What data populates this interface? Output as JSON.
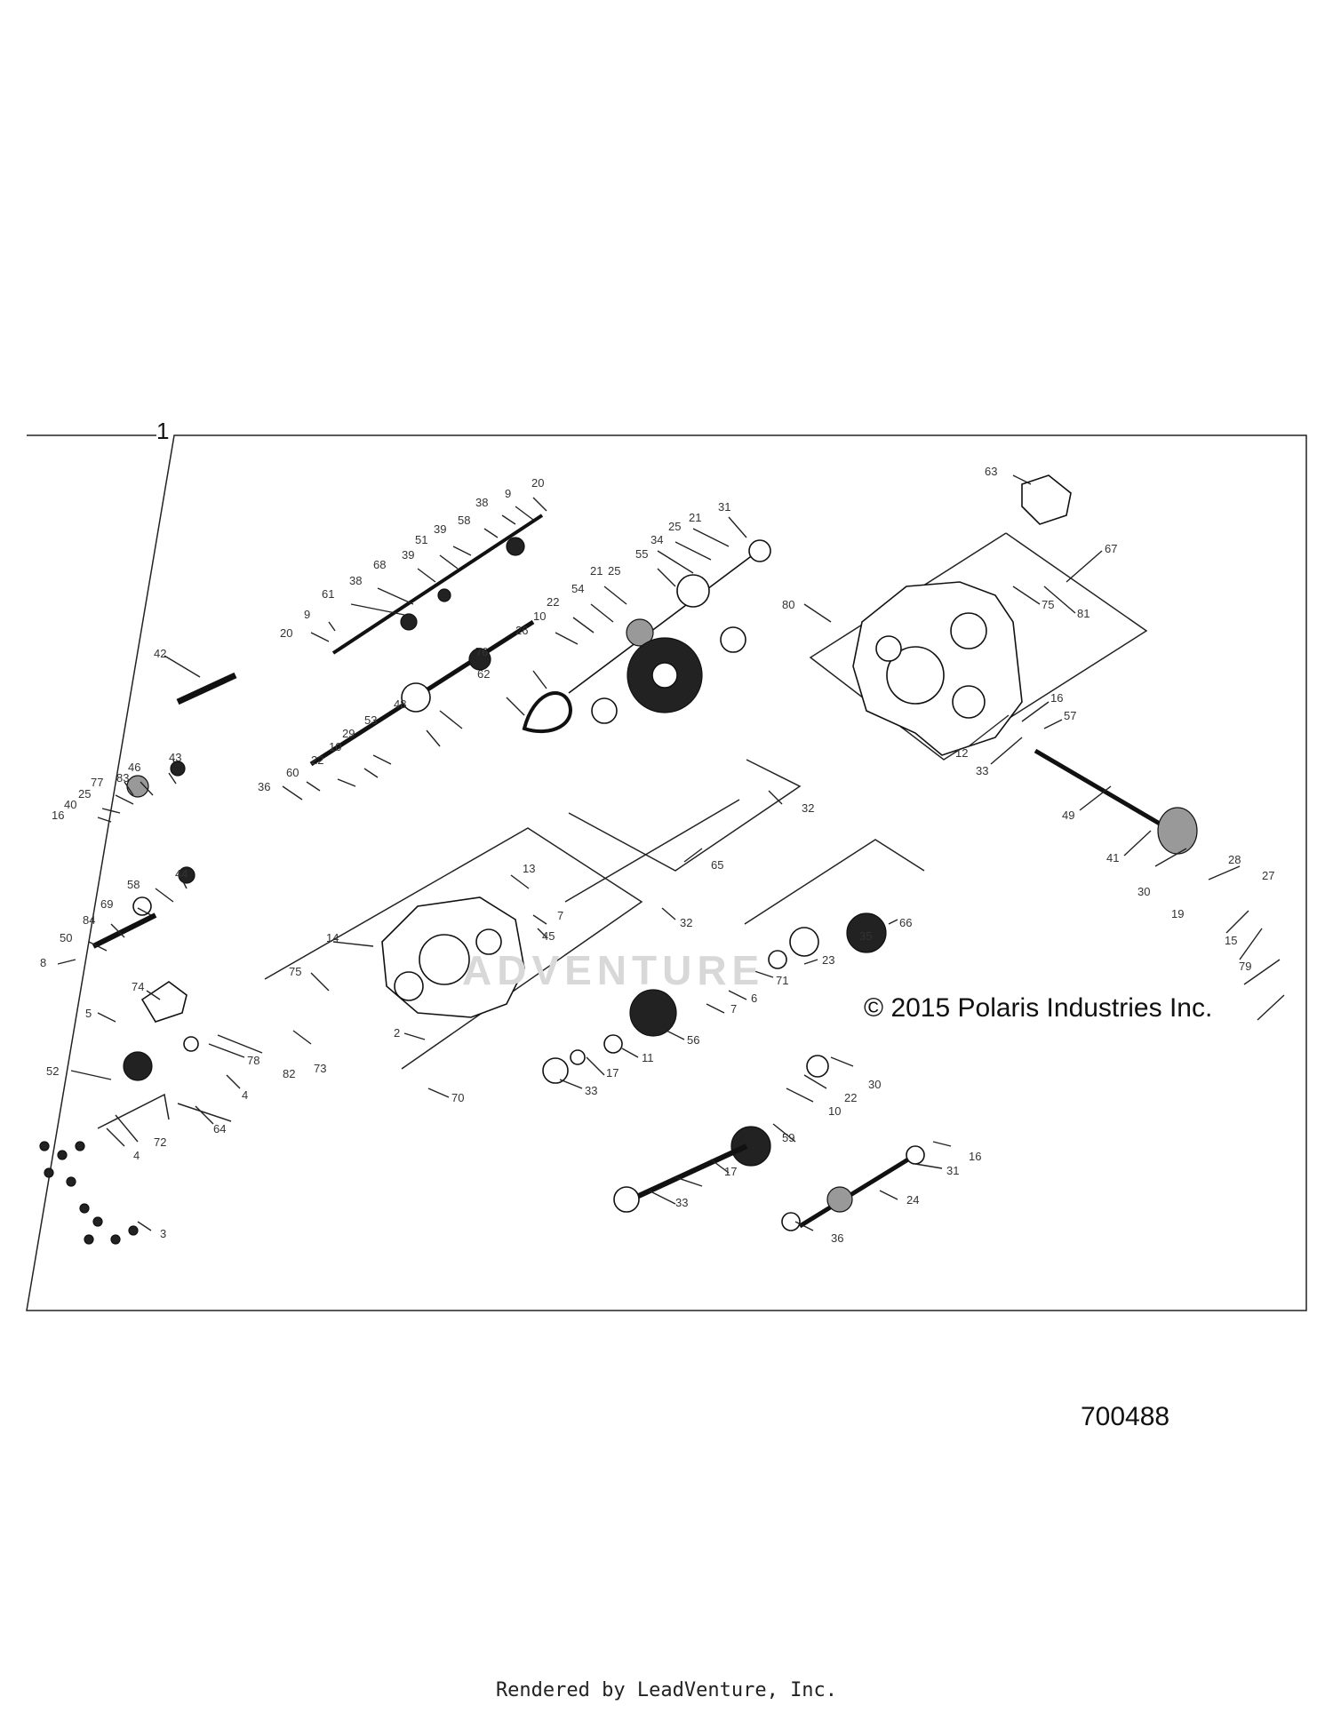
{
  "diagram": {
    "assembly_label": "1",
    "copyright": "© 2015 Polaris Industries Inc.",
    "diagram_number": "700488",
    "watermark": "ADVENTURE",
    "footer": "Rendered by LeadVenture, Inc."
  },
  "callouts": [
    {
      "id": "63",
      "label": "63"
    },
    {
      "id": "67",
      "label": "67"
    },
    {
      "id": "80",
      "label": "80"
    },
    {
      "id": "81",
      "label": "81"
    },
    {
      "id": "75a",
      "label": "75"
    },
    {
      "id": "16a",
      "label": "16"
    },
    {
      "id": "57",
      "label": "57"
    },
    {
      "id": "12",
      "label": "12"
    },
    {
      "id": "33a",
      "label": "33"
    },
    {
      "id": "49",
      "label": "49"
    },
    {
      "id": "41",
      "label": "41"
    },
    {
      "id": "30a",
      "label": "30"
    },
    {
      "id": "28",
      "label": "28"
    },
    {
      "id": "19",
      "label": "19"
    },
    {
      "id": "27",
      "label": "27"
    },
    {
      "id": "15",
      "label": "15"
    },
    {
      "id": "79",
      "label": "79"
    },
    {
      "id": "20a",
      "label": "20"
    },
    {
      "id": "9a",
      "label": "9"
    },
    {
      "id": "38a",
      "label": "38"
    },
    {
      "id": "58a",
      "label": "58"
    },
    {
      "id": "39a",
      "label": "39"
    },
    {
      "id": "51",
      "label": "51"
    },
    {
      "id": "39b",
      "label": "39"
    },
    {
      "id": "68",
      "label": "68"
    },
    {
      "id": "38b",
      "label": "38"
    },
    {
      "id": "61",
      "label": "61"
    },
    {
      "id": "9b",
      "label": "9"
    },
    {
      "id": "20b",
      "label": "20"
    },
    {
      "id": "31a",
      "label": "31"
    },
    {
      "id": "21a",
      "label": "21"
    },
    {
      "id": "25a",
      "label": "25"
    },
    {
      "id": "34",
      "label": "34"
    },
    {
      "id": "55",
      "label": "55"
    },
    {
      "id": "21b",
      "label": "21"
    },
    {
      "id": "25b",
      "label": "25"
    },
    {
      "id": "54",
      "label": "54"
    },
    {
      "id": "22a",
      "label": "22"
    },
    {
      "id": "10a",
      "label": "10"
    },
    {
      "id": "26",
      "label": "26"
    },
    {
      "id": "76",
      "label": "76"
    },
    {
      "id": "62",
      "label": "62"
    },
    {
      "id": "48",
      "label": "48"
    },
    {
      "id": "53",
      "label": "53"
    },
    {
      "id": "29",
      "label": "29"
    },
    {
      "id": "10b",
      "label": "10"
    },
    {
      "id": "22b",
      "label": "22"
    },
    {
      "id": "60",
      "label": "60"
    },
    {
      "id": "36a",
      "label": "36"
    },
    {
      "id": "42",
      "label": "42"
    },
    {
      "id": "46",
      "label": "46"
    },
    {
      "id": "43",
      "label": "43"
    },
    {
      "id": "77",
      "label": "77"
    },
    {
      "id": "83",
      "label": "83"
    },
    {
      "id": "25c",
      "label": "25"
    },
    {
      "id": "40",
      "label": "40"
    },
    {
      "id": "16b",
      "label": "16"
    },
    {
      "id": "44",
      "label": "44"
    },
    {
      "id": "58b",
      "label": "58"
    },
    {
      "id": "69",
      "label": "69"
    },
    {
      "id": "84",
      "label": "84"
    },
    {
      "id": "50",
      "label": "50"
    },
    {
      "id": "8",
      "label": "8"
    },
    {
      "id": "32a",
      "label": "32"
    },
    {
      "id": "65",
      "label": "65"
    },
    {
      "id": "32b",
      "label": "32"
    },
    {
      "id": "13",
      "label": "13"
    },
    {
      "id": "7a",
      "label": "7"
    },
    {
      "id": "45",
      "label": "45"
    },
    {
      "id": "14",
      "label": "14"
    },
    {
      "id": "75b",
      "label": "75"
    },
    {
      "id": "2",
      "label": "2"
    },
    {
      "id": "70",
      "label": "70"
    },
    {
      "id": "35",
      "label": "35"
    },
    {
      "id": "66",
      "label": "66"
    },
    {
      "id": "23",
      "label": "23"
    },
    {
      "id": "71",
      "label": "71"
    },
    {
      "id": "6a",
      "label": "6"
    },
    {
      "id": "7b",
      "label": "7"
    },
    {
      "id": "56",
      "label": "56"
    },
    {
      "id": "11",
      "label": "11"
    },
    {
      "id": "17a",
      "label": "17"
    },
    {
      "id": "33b",
      "label": "33"
    },
    {
      "id": "74",
      "label": "74"
    },
    {
      "id": "5",
      "label": "5"
    },
    {
      "id": "52",
      "label": "52"
    },
    {
      "id": "78",
      "label": "78"
    },
    {
      "id": "82",
      "label": "82"
    },
    {
      "id": "73",
      "label": "73"
    },
    {
      "id": "4a",
      "label": "4"
    },
    {
      "id": "64",
      "label": "64"
    },
    {
      "id": "72",
      "label": "72"
    },
    {
      "id": "4b",
      "label": "4"
    },
    {
      "id": "3",
      "label": "3"
    },
    {
      "id": "30b",
      "label": "30"
    },
    {
      "id": "22c",
      "label": "22"
    },
    {
      "id": "10c",
      "label": "10"
    },
    {
      "id": "59",
      "label": "59"
    },
    {
      "id": "17b",
      "label": "17"
    },
    {
      "id": "33c",
      "label": "33"
    },
    {
      "id": "16c",
      "label": "16"
    },
    {
      "id": "31b",
      "label": "31"
    },
    {
      "id": "24",
      "label": "24"
    },
    {
      "id": "36b",
      "label": "36"
    }
  ]
}
